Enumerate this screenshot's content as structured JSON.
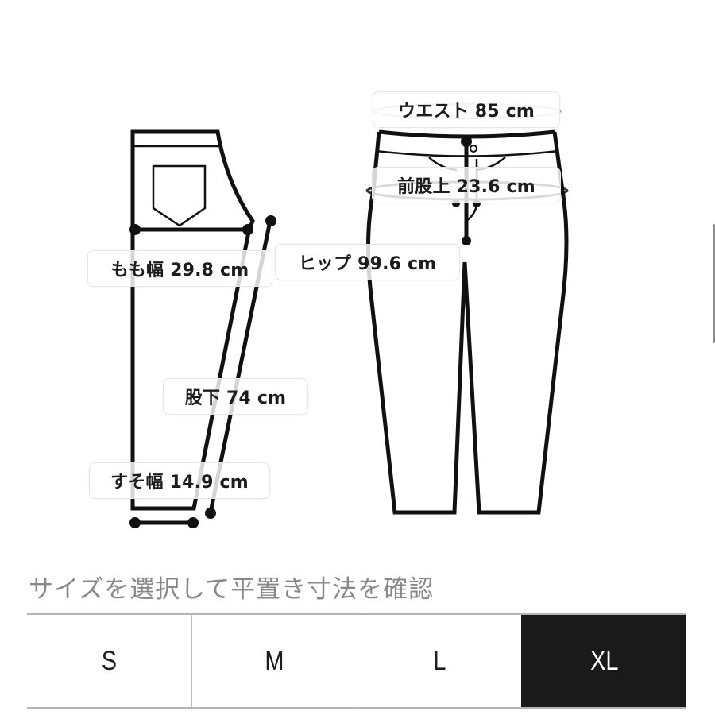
{
  "measurements": {
    "waist": "ウエスト 85 cm",
    "front_rise": "前股上 23.6 cm",
    "thigh_width": "もも幅 29.8 cm",
    "hip": "ヒップ 99.6 cm",
    "inseam": "股下 74 cm",
    "hem_width": "すそ幅 14.9 cm"
  },
  "size_selector": {
    "heading": "サイズを選択して平置き寸法を確認",
    "options": [
      {
        "label": "S",
        "selected": false
      },
      {
        "label": "M",
        "selected": false
      },
      {
        "label": "L",
        "selected": false
      },
      {
        "label": "XL",
        "selected": true
      }
    ],
    "selected_color": "#1a1a1a"
  },
  "icons": {
    "side_view": "pants-side-view-icon",
    "front_view": "pants-front-view-icon"
  }
}
